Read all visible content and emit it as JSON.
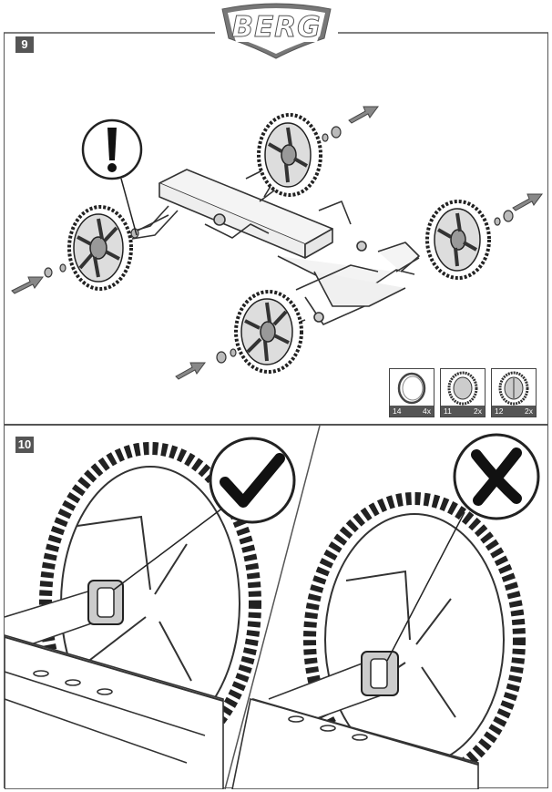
{
  "brand": {
    "logo_text": "BERG"
  },
  "step9": {
    "number": "9",
    "parts": [
      {
        "id": "14",
        "qty": "4x",
        "icon": "washer-ring"
      },
      {
        "id": "11",
        "qty": "2x",
        "icon": "front-wheel"
      },
      {
        "id": "12",
        "qty": "2x",
        "icon": "rear-wheel"
      }
    ],
    "warning_icon": "exclamation-icon"
  },
  "step10": {
    "number": "10",
    "correct_icon": "checkmark-icon",
    "wrong_icon": "x-mark-icon"
  },
  "colors": {
    "line": "#333333",
    "badge": "#555555",
    "wheel_fill": "#dddddd"
  }
}
